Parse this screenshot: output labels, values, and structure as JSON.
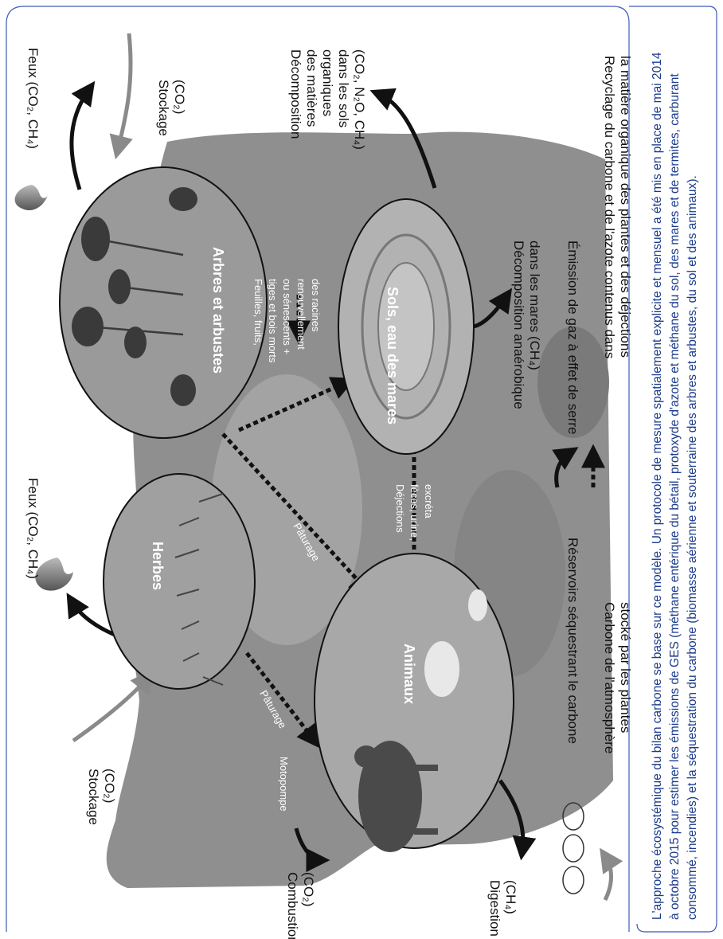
{
  "labels": {
    "stockage": "Stockage",
    "co2": "(CO₂)",
    "feux_top": "Feux (CO₂, CH₄)",
    "feux_left": "Feux (CO₂, CH₄)",
    "decomp_sol": [
      "Décomposition",
      "des matières",
      "organiques",
      "dans les sols",
      "(CO₂, N₂O, CH₄)"
    ],
    "decomp_mares": [
      "Décomposition anaérobique",
      "dans les mares (CH₄)"
    ],
    "arbres": "Arbres et arbustes",
    "herbes": "Herbes",
    "animaux": "Animaux",
    "sols": "Sols, eau des mares",
    "feuilles": [
      "Feuilles, fruits,",
      "tiges et bois morts",
      "ou sénescents +",
      "renouvellement",
      "des racines"
    ],
    "dejections": [
      "Déjections",
      "fèces, urine,",
      "excréta"
    ],
    "paturage": "Pâturage",
    "motopompe": "Motopompe",
    "combustion": "Combustion",
    "digestion": "Digestion",
    "ch4": "(CH₄)"
  },
  "legend": {
    "reservoirs": "Réservoirs séquestrant le carbone",
    "carbone_atm": [
      "Carbone de l'atmosphère",
      "stocké par les plantes"
    ],
    "emission": "Émission de gaz à effet de serre",
    "recyclage": [
      "Recyclage du carbone et de l'azote contenus dans",
      "la matière organique des plantes et des déjections"
    ]
  },
  "caption": [
    "L'approche écosystémique du bilan carbone se base sur ce modèle. Un protocole de mesure spatialement explicite et mensuel a été mis en place de mai 2014",
    "à octobre 2015 pour estimer les émissions de GES (méthane entérique du bétail, protoxyde d'azote et méthane du sol, des mares et de termites, carburant",
    "consommé, incendies) et la séquestration du carbone (biomasse aérienne et souterraine des arbres et arbustes, du sol et des animaux)."
  ],
  "colors": {
    "caption_text": "#1a3a8c",
    "caption_border": "#3b5bb5",
    "land": "#8c8c8c",
    "land_dark": "#6f6f6f"
  }
}
